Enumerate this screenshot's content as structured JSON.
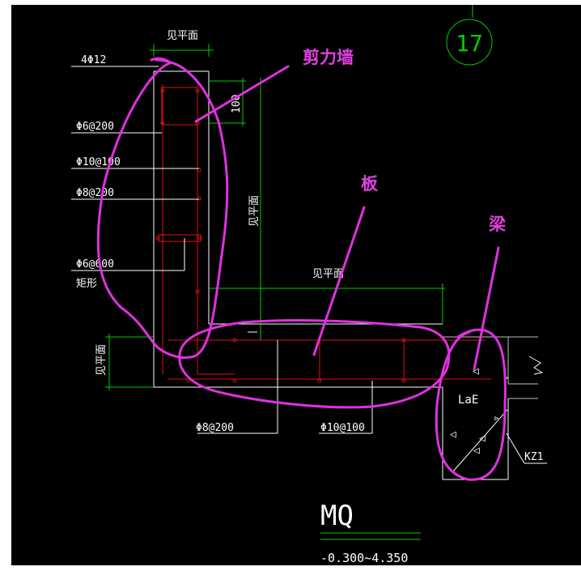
{
  "drawing": {
    "detail_number": "17",
    "title": "MQ",
    "elevation": "-0.300~4.350",
    "rebar_labels": {
      "top": "4Φ12",
      "stirrup": "Φ6@200",
      "vert1": "Φ10@100",
      "vert2": "Φ8@200",
      "tie": "Φ6@600",
      "tie_note": "矩形",
      "bottom_left": "Φ8@200",
      "bottom_right": "Φ10@100"
    },
    "dimensions": {
      "top_ref": "见平面",
      "dim_100": "100",
      "right_ref": "见平面",
      "slab_ref": "见平面",
      "left_ref": "见平面"
    },
    "beam_labels": {
      "lae": "LaE",
      "kz": "KZ1"
    },
    "annotations": {
      "shear_wall": "剪力墙",
      "slab": "板",
      "beam": "梁"
    },
    "colors": {
      "background": "#000000",
      "annotation": "#e030e0",
      "rebar": "#e01010",
      "dimension": "#00d000",
      "outline": "#ffffff"
    }
  }
}
